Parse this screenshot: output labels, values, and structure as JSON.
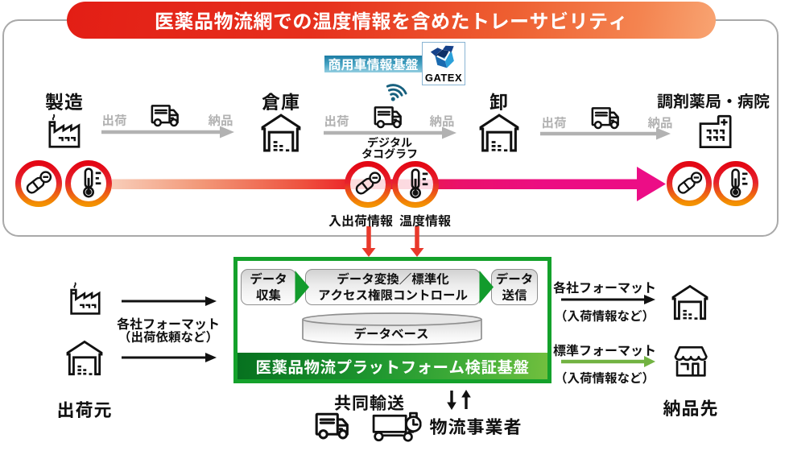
{
  "banner": {
    "title": "医薬品物流網での温度情報を含めたトレーサビリティ"
  },
  "gatex": {
    "label": "商用車情報基盤",
    "logo_text": "GATEX"
  },
  "flow": {
    "stages": [
      {
        "label": "製造",
        "icon": "factory-icon"
      },
      {
        "label": "倉庫",
        "icon": "warehouse-icon"
      },
      {
        "label": "卸",
        "icon": "warehouse-icon"
      },
      {
        "label": "調剤薬局・病院",
        "icon": "hospital-icon"
      }
    ],
    "ship_label": "出荷",
    "deliver_label": "納品",
    "tacho_line1": "デジタル",
    "tacho_line2": "タコグラフ"
  },
  "trace": {
    "inout_label": "入出荷情報",
    "temp_label": "温度情報"
  },
  "platform": {
    "collect_line1": "データ",
    "collect_line2": "収集",
    "convert_line1": "データ変換／標準化",
    "convert_line2": "アクセス権限コントロール",
    "send_line1": "データ",
    "send_line2": "送信",
    "database_label": "データベース",
    "bar_label": "医薬品物流プラットフォーム検証基盤"
  },
  "left": {
    "format_label": "各社フォーマット",
    "format_note": "（出荷依頼など）",
    "source_label": "出荷元"
  },
  "right": {
    "row1_label": "各社フォーマット",
    "row1_note": "（入荷情報など）",
    "row2_label": "標準フォーマット",
    "row2_note": "（入荷情報など）",
    "dest_label": "納品先"
  },
  "bottom": {
    "joint_label": "共同輸送",
    "operator_label": "物流事業者"
  },
  "colors": {
    "banner_red": "#e31e15",
    "banner_orange": "#f8a472",
    "band_light": "#f8cdb9",
    "band_red": "#ec1c24",
    "band_magenta": "#ec0d86",
    "ring_top": "#e30613",
    "ring_bottom": "#f39200",
    "green_border": "#14a12b",
    "green_bar_dark": "#056e20",
    "green_bar_light": "#8ac43f",
    "blue_label_top": "#1c7ca4",
    "blue_label_bottom": "#93cde0",
    "gray_arrow": "#b2b2b2",
    "red_arrow": "#e8392b",
    "green_arrow": "#72b342"
  }
}
